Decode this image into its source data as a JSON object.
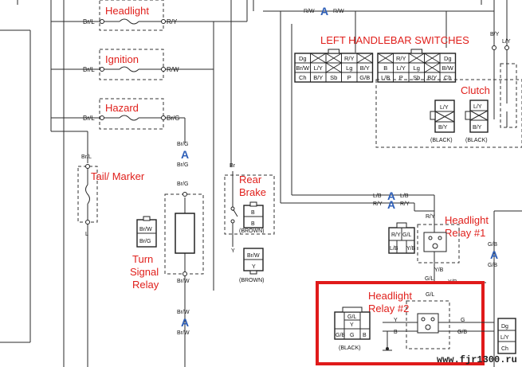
{
  "titles": {
    "headlight": "Headlight",
    "ignition": "Ignition",
    "hazard": "Hazard",
    "tail_marker": "Tail/ Marker",
    "rear_brake_1": "Rear",
    "rear_brake_2": "Brake",
    "turn_signal_1": "Turn",
    "turn_signal_2": "Signal",
    "turn_signal_3": "Relay",
    "left_switches": "LEFT HANDLEBAR SWITCHES",
    "clutch": "Clutch",
    "relay1_1": "Headlight",
    "relay1_2": "Relay #1",
    "relay2_1": "Headlight",
    "relay2_2": "Relay #2"
  },
  "wires": {
    "brl": "Br/L",
    "ry": "R/Y",
    "rw": "R/W",
    "brg": "Br/G",
    "br": "Br",
    "l": "L",
    "y": "Y",
    "brw": "Br/W",
    "lb": "L/B",
    "by": "B/Y",
    "ly": "L/Y",
    "gb": "G/B",
    "gl": "G/L",
    "g": "G",
    "b": "B",
    "yb": "Y/B"
  },
  "connector_labels": {
    "black": "(BLACK)",
    "brown": "(BROWN)"
  },
  "left_switch_left_conn": [
    "Dg",
    "",
    "",
    "R/Y",
    "",
    "Br/W",
    "L/Y",
    "",
    "Lg",
    "B/Y",
    "Ch",
    "B/Y",
    "Sb",
    "P",
    "G/B"
  ],
  "left_switch_right_conn": [
    "",
    "R/Y",
    "",
    "",
    "Dg",
    "B",
    "L/Y",
    "Lg",
    "",
    "B/W",
    "L/B",
    "P",
    "Sb",
    "B/Y",
    "Ch"
  ],
  "bottom_right_conn": [
    "Dg",
    "L/Y",
    "Ch"
  ],
  "watermark": "www.fjr1300.ru",
  "symbol": "A"
}
